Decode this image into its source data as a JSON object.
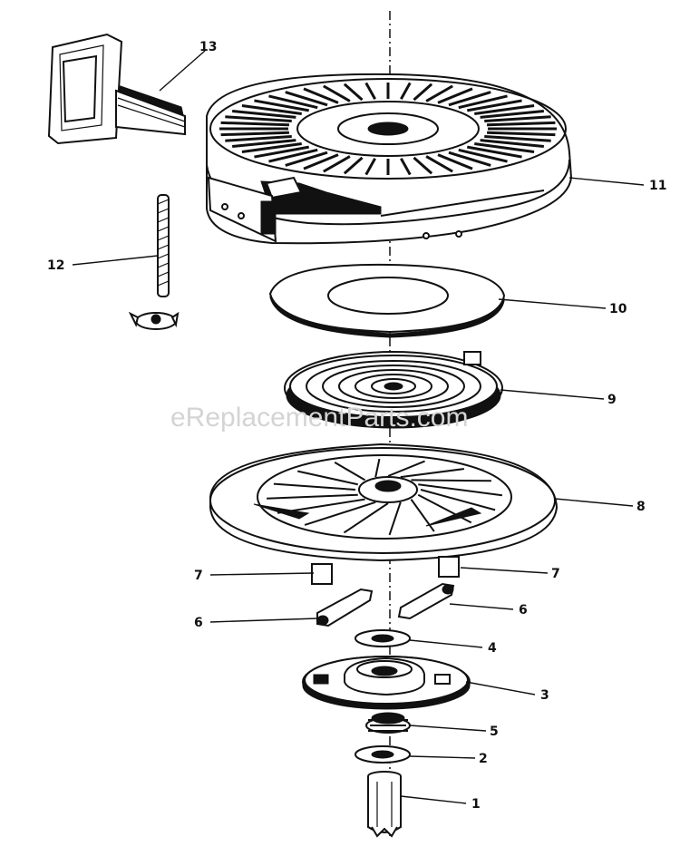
{
  "watermark": "eReplacementParts.com",
  "callouts": {
    "c13": "13",
    "c11": "11",
    "c12": "12",
    "c10": "10",
    "c9": "9",
    "c8": "8",
    "c7_left": "7",
    "c7_right": "7",
    "c6_left": "6",
    "c6_right": "6",
    "c4": "4",
    "c3": "3",
    "c5": "5",
    "c2": "2",
    "c1": "1"
  },
  "colors": {
    "ink": "#111111",
    "paper": "#ffffff",
    "watermark": "#d4d4d4"
  }
}
